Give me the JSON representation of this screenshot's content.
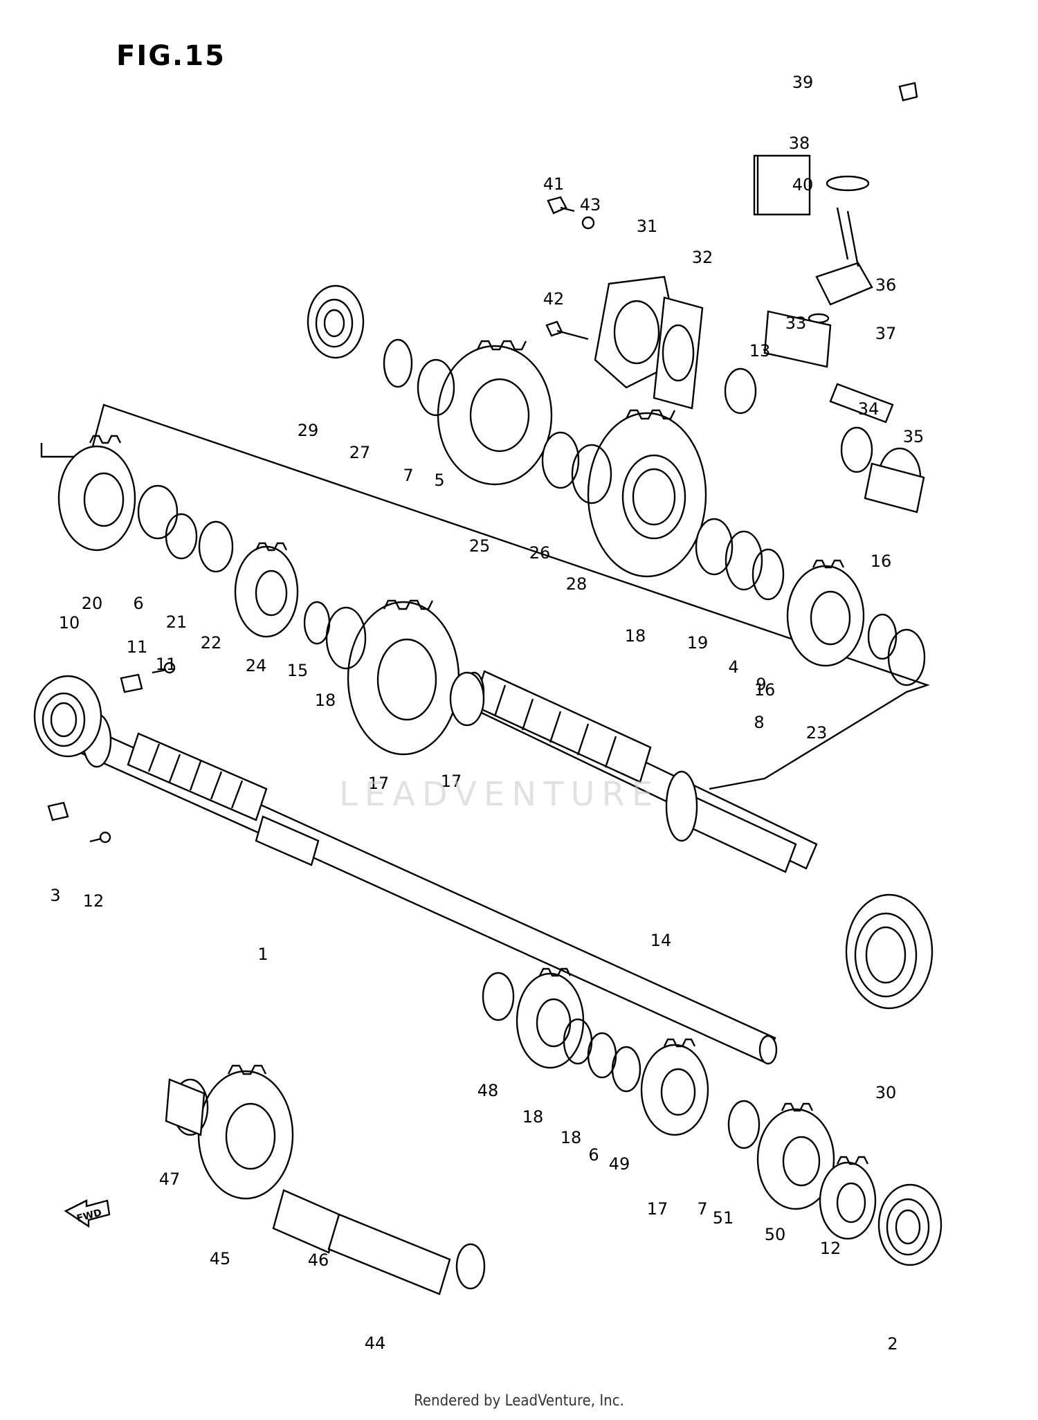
{
  "title": "FIG.15",
  "footer": "Rendered by LeadVenture, Inc.",
  "watermark": "LEADVENTURE",
  "fwd_arrow_label": "FWD",
  "callouts": [
    "1",
    "2",
    "3",
    "4",
    "5",
    "6",
    "6",
    "7",
    "7",
    "8",
    "9",
    "10",
    "11",
    "11",
    "12",
    "12",
    "13",
    "14",
    "15",
    "16",
    "16",
    "17",
    "17",
    "17",
    "18",
    "18",
    "18",
    "18",
    "19",
    "20",
    "21",
    "22",
    "23",
    "24",
    "25",
    "26",
    "27",
    "28",
    "29",
    "30",
    "31",
    "32",
    "33",
    "34",
    "35",
    "36",
    "37",
    "38",
    "39",
    "40",
    "41",
    "42",
    "43",
    "44",
    "45",
    "46",
    "47",
    "48",
    "49",
    "50",
    "51"
  ]
}
